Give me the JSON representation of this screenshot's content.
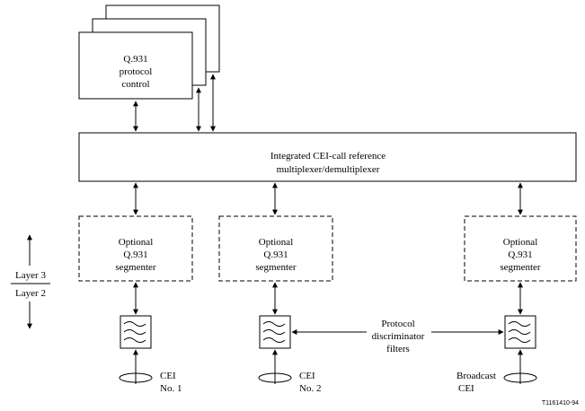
{
  "protocol_control": {
    "line1": "Q.931",
    "line2": "protocol",
    "line3": "control"
  },
  "mux": {
    "line1": "Integrated CEI-call reference",
    "line2": "multiplexer/demultiplexer"
  },
  "segmenters": [
    {
      "line1": "Optional",
      "line2": "Q.931",
      "line3": "segmenter"
    },
    {
      "line1": "Optional",
      "line2": "Q.931",
      "line3": "segmenter"
    },
    {
      "line1": "Optional",
      "line2": "Q.931",
      "line3": "segmenter"
    }
  ],
  "layers": {
    "upper": "Layer 3",
    "lower": "Layer 2"
  },
  "filters_label": {
    "line1": "Protocol",
    "line2": "discriminator",
    "line3": "filters"
  },
  "cei": [
    {
      "line1": "CEI",
      "line2": "No. 1"
    },
    {
      "line1": "CEI",
      "line2": "No. 2"
    },
    {
      "line1": "Broadcast",
      "line2": "CEI"
    }
  ],
  "figure_id": "T1161410-94"
}
